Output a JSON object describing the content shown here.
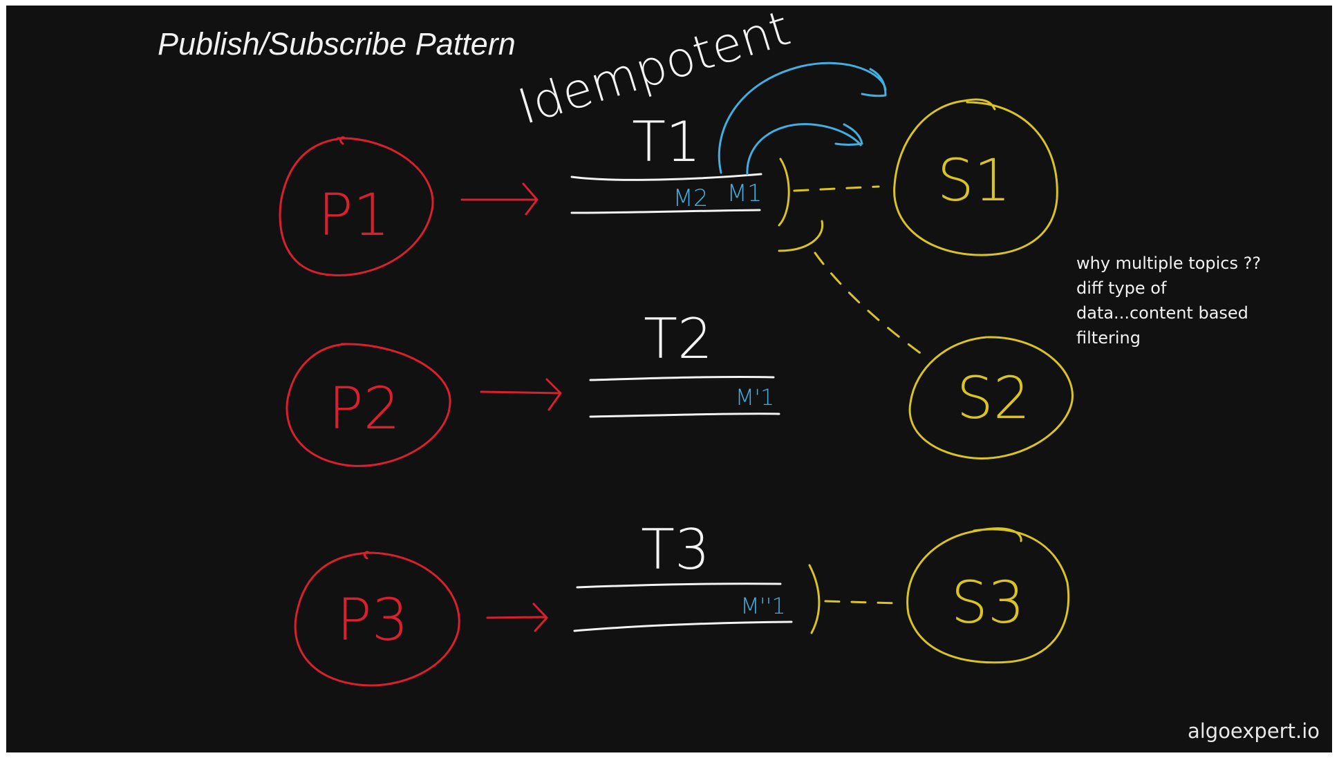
{
  "title": "Publish/Subscribe Pattern",
  "annotation": "Idempotent",
  "publishers": [
    {
      "label": "P1"
    },
    {
      "label": "P2"
    },
    {
      "label": "P3"
    }
  ],
  "topics": [
    {
      "label": "T1",
      "messages": [
        "M2",
        "M1"
      ]
    },
    {
      "label": "T2",
      "messages": [
        "M'1"
      ]
    },
    {
      "label": "T3",
      "messages": [
        "M''1"
      ]
    }
  ],
  "subscribers": [
    {
      "label": "S1"
    },
    {
      "label": "S2"
    },
    {
      "label": "S3"
    }
  ],
  "note": {
    "lines": [
      "why multiple topics ??",
      "diff type of",
      "data...content based",
      "filtering"
    ]
  },
  "brand": "algoexpert.io",
  "colors": {
    "publisher": "#d8202f",
    "subscriber": "#d9c424",
    "message": "#43aee0",
    "topic": "#f4f4f4",
    "background": "#111111"
  }
}
